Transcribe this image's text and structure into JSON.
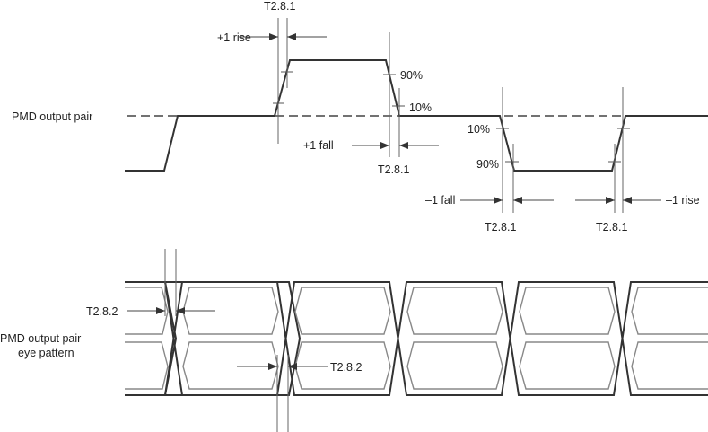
{
  "figure": {
    "top_diagram": {
      "signal_label": "PMD output pair",
      "labels": {
        "plus1_rise": "+1 rise",
        "plus1_fall": "+1 fall",
        "minus1_fall": "–1 fall",
        "minus1_rise": "–1 rise",
        "t281_top": "T2.8.1",
        "t281_plus_fall": "T2.8.1",
        "t281_minus_fall": "T2.8.1",
        "t281_minus_rise": "T2.8.1",
        "pct90_plus": "90%",
        "pct10_plus": "10%",
        "pct10_minus": "10%",
        "pct90_minus": "90%"
      }
    },
    "bottom_diagram": {
      "signal_label_line1": "PMD output pair",
      "signal_label_line2": "eye pattern",
      "labels": {
        "t282_left": "T2.8.2",
        "t282_right": "T2.8.2"
      }
    },
    "colors": {
      "stroke_dark": "#333333",
      "stroke_light": "#888888",
      "background": "#ffffff"
    }
  }
}
